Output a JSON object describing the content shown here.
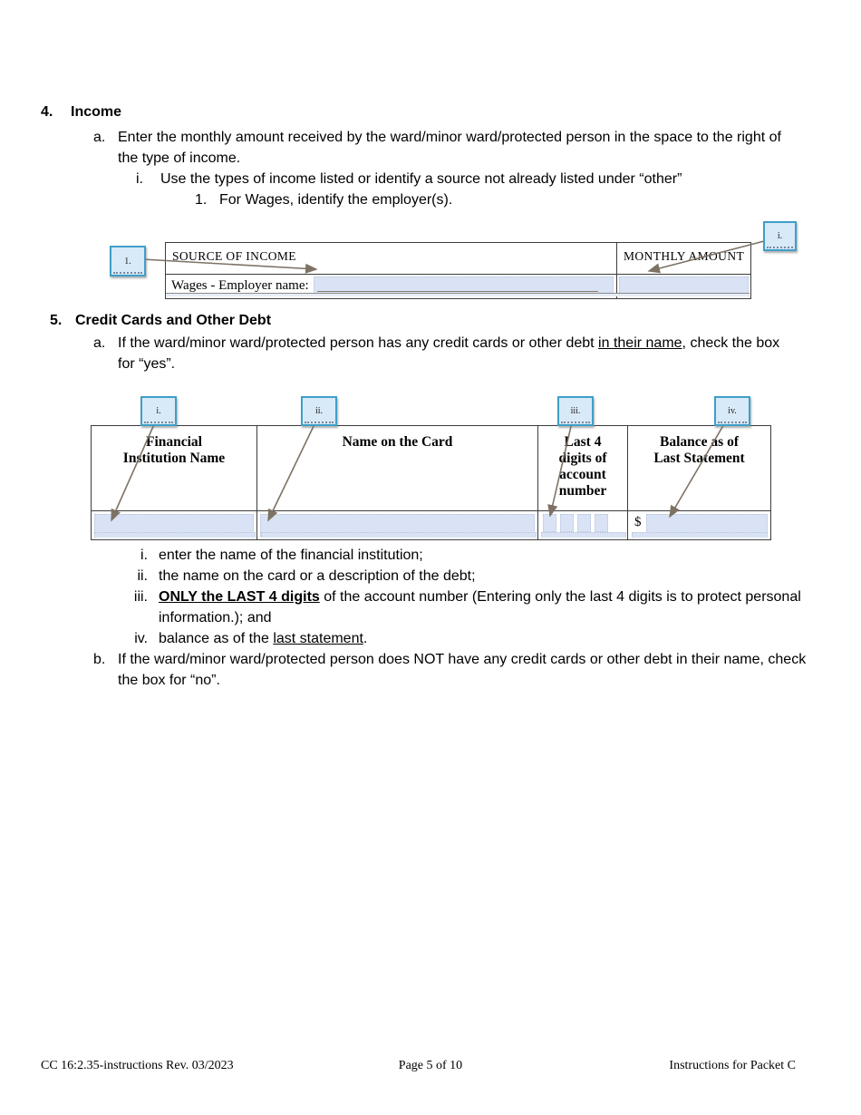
{
  "colors": {
    "field_fill": "#d9e3f5",
    "callout_fill": "#d8e9f8",
    "callout_border": "#3f9fc8",
    "arrow": "#7d7264",
    "blank_underline": "#8a7a66"
  },
  "section4": {
    "number": "4.",
    "title": "Income",
    "item_a": {
      "label": "a.",
      "text": "Enter the monthly amount received by the ward/minor ward/protected person in the space to the right of the type of income."
    },
    "item_i": {
      "label": "i.",
      "text": "Use the types of income listed or identify a source not already listed under “other”"
    },
    "item_1": {
      "label": "1.",
      "text": "For Wages, identify the employer(s)."
    },
    "callout_left": "1.",
    "callout_right": "i.",
    "table": {
      "source_header": "SOURCE OF INCOME",
      "amount_header": "MONTHLY AMOUNT",
      "wages_label": "Wages - Employer name:"
    }
  },
  "section5": {
    "number": "5.",
    "title": "Credit Cards and Other Debt",
    "item_a": {
      "label": "a.",
      "pre": "If the ward/minor ward/protected person has any credit cards or other debt ",
      "underlined": "in their name",
      "post": ", check the box for “yes”."
    },
    "callouts": [
      "i.",
      "ii.",
      "iii.",
      "iv."
    ],
    "table": {
      "headers": [
        "Financial Institution Name",
        "Name on the Card",
        "Last 4 digits of account number",
        "Balance as of Last Statement"
      ],
      "dollar": "$"
    },
    "list_i": {
      "label": "i.",
      "text": "enter the name of the financial institution;"
    },
    "list_ii": {
      "label": "ii.",
      "text": "the name on the card or a description of the debt;"
    },
    "list_iii": {
      "label": "iii.",
      "bold": "ONLY the LAST 4 digits",
      "rest": " of the account number (Entering only the last 4 digits is to protect personal information.); and"
    },
    "list_iv": {
      "label": "iv.",
      "pre": "balance as of the ",
      "underlined": "last statement",
      "post": "."
    },
    "item_b": {
      "label": "b.",
      "text": "If the ward/minor ward/protected person does NOT have any credit cards or other debt in their name, check the box for “no”."
    }
  },
  "footer": {
    "left": "CC 16:2.35-instructions Rev. 03/2023",
    "center": "Page 5 of 10",
    "right": "Instructions for Packet C"
  }
}
